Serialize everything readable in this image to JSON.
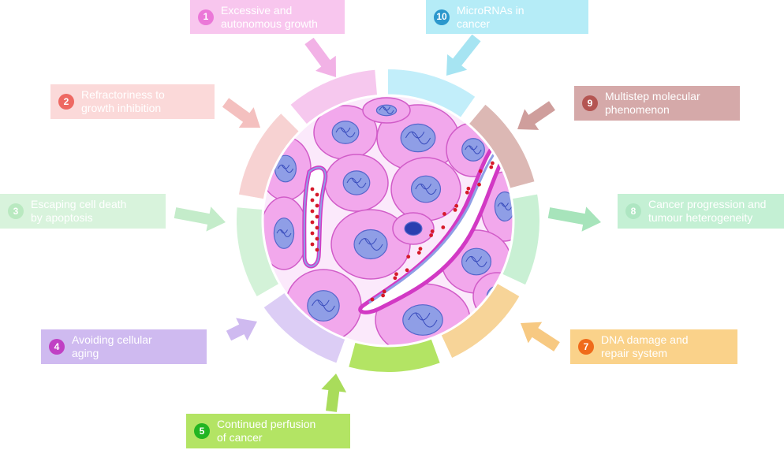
{
  "hallmarks": [
    {
      "number": "1",
      "text": "Excessive and\nautonomous growth",
      "box_color": "#f8c6ee",
      "badge_color": "#eb78d8",
      "ring_color": "#f6c8ee",
      "arrow_color": "#f2b2e6"
    },
    {
      "number": "2",
      "text": "Refractoriness to\ngrowth inhibition",
      "box_color": "#fbd9d9",
      "badge_color": "#ee6862",
      "ring_color": "#f7d2d2",
      "arrow_color": "#f4c0bf"
    },
    {
      "number": "3",
      "text": "Escaping cell death\nby apoptosis",
      "box_color": "#d8f3dc",
      "badge_color": "#b9e9c0",
      "ring_color": "#d3f2d8",
      "arrow_color": "#c4ecca"
    },
    {
      "number": "4",
      "text": "Avoiding cellular\naging",
      "box_color": "#cfbaf0",
      "badge_color": "#c040c4",
      "ring_color": "#dccdf5",
      "arrow_color": "#cfbaf0"
    },
    {
      "number": "5",
      "text": "Continued perfusion\nof cancer",
      "box_color": "#b3e464",
      "badge_color": "#22b522",
      "ring_color": "#b3e464",
      "arrow_color": "#a9dc5b"
    },
    {
      "number": "7",
      "text": "DNA damage and\nrepair system",
      "box_color": "#fad28a",
      "badge_color": "#f06b1a",
      "ring_color": "#f7d498",
      "arrow_color": "#f7c982"
    },
    {
      "number": "8",
      "text": "Cancer progression and\ntumour heterogeneity",
      "box_color": "#c4f0d4",
      "badge_color": "#aee6c2",
      "ring_color": "#c9f0d4",
      "arrow_color": "#a7e4bb"
    },
    {
      "number": "9",
      "text": "Multistep molecular\nphenomenon",
      "box_color": "#d5a9a9",
      "badge_color": "#b45552",
      "ring_color": "#dcb8b4",
      "arrow_color": "#cf9e9c"
    },
    {
      "number": "10",
      "text": "MicroRNAs in\ncancer",
      "box_color": "#b5ecf7",
      "badge_color": "#2b97cc",
      "ring_color": "#c2eefa",
      "arrow_color": "#a6e4f2"
    }
  ]
}
